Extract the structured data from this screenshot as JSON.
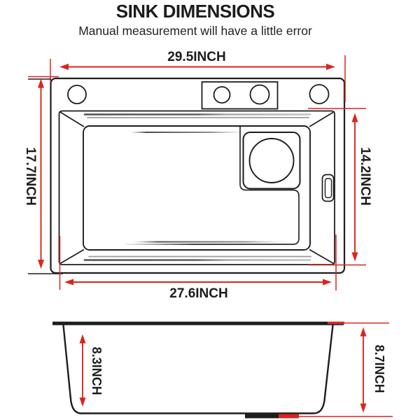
{
  "header": {
    "title": "SINK DIMENSIONS",
    "subtitle": "Manual measurement will have a little error"
  },
  "top_view": {
    "overall_width_label": "29.5INCH",
    "overall_depth_label": "17.7INCH",
    "basin_front_to_back_label": "14.2INCH",
    "basin_width_label": "27.6INCH"
  },
  "side_view": {
    "basin_inner_depth_label": "8.3INCH",
    "overall_height_label": "8.7INCH"
  },
  "colors": {
    "dimension_red": "#d9251d",
    "line_black": "#1d1d1d"
  }
}
